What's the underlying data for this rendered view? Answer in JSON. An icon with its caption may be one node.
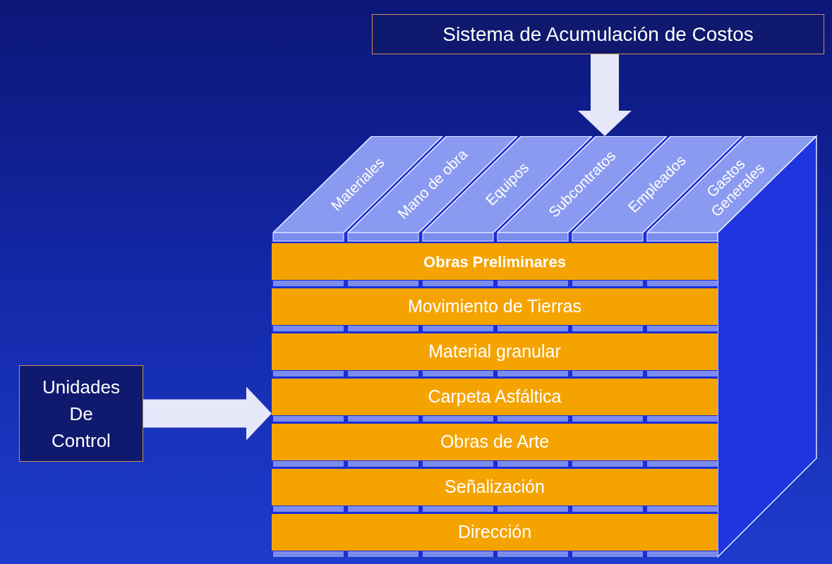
{
  "diagram": {
    "nodes": [
      {
        "text": [
          "Sistema de Acumulación de Costos"
        ]
      },
      {
        "text": [
          "Unidades De Control"
        ]
      },
      {
        "text": [
          "Materiales"
        ]
      },
      {
        "text": [
          "Mano de obra"
        ]
      },
      {
        "text": [
          "Equipos"
        ]
      },
      {
        "text": [
          "Subcontratos"
        ]
      },
      {
        "text": [
          "Empleados"
        ]
      },
      {
        "text": [
          "Gastos Generales"
        ]
      },
      {
        "text": [
          "Obras Preliminares"
        ]
      },
      {
        "text": [
          "Movimiento de Tierras"
        ]
      },
      {
        "text": [
          "Material granular"
        ]
      },
      {
        "text": [
          "Carpeta Asfáltica"
        ]
      },
      {
        "text": [
          "Obras de Arte"
        ]
      },
      {
        "text": [
          "Señalización"
        ]
      },
      {
        "text": [
          "Dirección"
        ]
      }
    ],
    "edges": [
      {
        "from": 0,
        "to": 5,
        "arrow": "to"
      },
      {
        "from": 1,
        "to": 11,
        "arrow": "to"
      }
    ]
  }
}
